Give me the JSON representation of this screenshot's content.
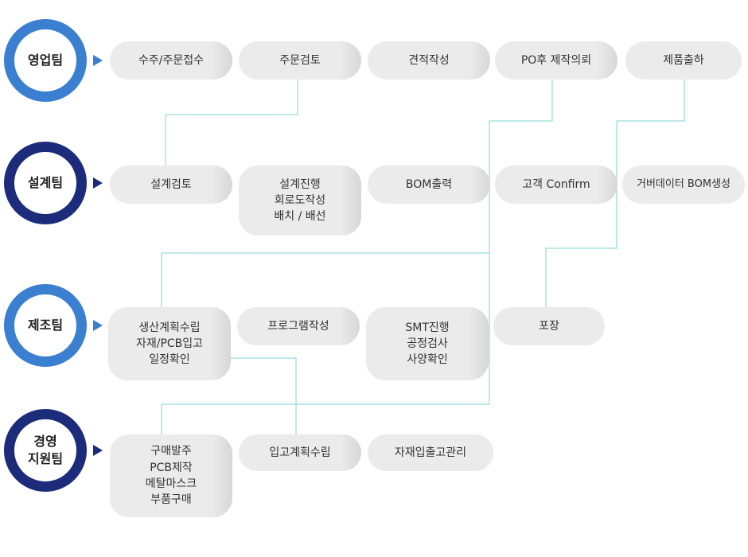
{
  "teams": [
    {
      "name": "영업팀"
    },
    {
      "name": "설계팀"
    },
    {
      "name": "제조팀"
    },
    {
      "name": "경영\n지원팀"
    }
  ],
  "sales": {
    "steps": [
      "수주/주문접수",
      "주문검토",
      "견적작성",
      "PO후 제작의뢰",
      "제품출하"
    ]
  },
  "design": {
    "steps": [
      "설계검토",
      "설계진행\n회로도작성\n배치 / 배선",
      "BOM출력",
      "고객 Confirm",
      "거버데이터 BOM생성"
    ]
  },
  "manufacturing": {
    "steps": [
      "생산계획수립\n자재/PCB입고\n일정확인",
      "프로그램작성",
      "SMT진행\n공정검사\n사양확인",
      "포장"
    ]
  },
  "support": {
    "steps": [
      "구매발주\nPCB제작\n메탈마스크\n부품구매",
      "입고계획수립",
      "자재입출고관리"
    ]
  },
  "colors": {
    "team_ring_light": "#3a7fd0",
    "team_ring_dark": "#1d2c7a",
    "step_fill": "#ebebeb",
    "connector": "#7fd3d3"
  }
}
